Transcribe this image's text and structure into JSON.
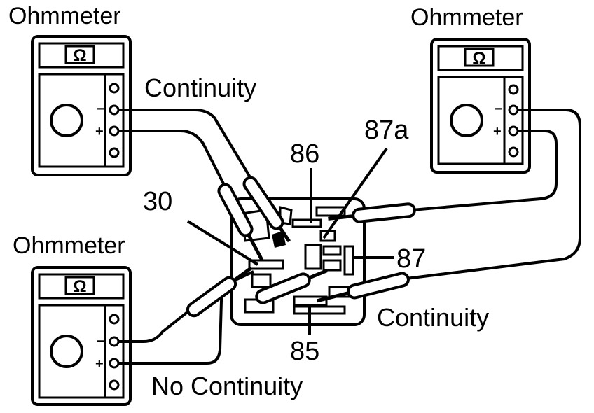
{
  "meters": [
    {
      "title": "Ohmmeter",
      "symbol": "Ω",
      "minus": "−",
      "plus": "+"
    },
    {
      "title": "Ohmmeter",
      "symbol": "Ω",
      "minus": "−",
      "plus": "+"
    },
    {
      "title": "Ohmmeter",
      "symbol": "Ω",
      "minus": "−",
      "plus": "+"
    }
  ],
  "labels": {
    "continuity_top": "Continuity",
    "continuity_right": "Continuity",
    "no_continuity": "No Continuity"
  },
  "terminals": {
    "t30": "30",
    "t85": "85",
    "t86": "86",
    "t87": "87",
    "t87a": "87a"
  },
  "colors": {
    "ink": "#000000",
    "paper": "#ffffff"
  }
}
